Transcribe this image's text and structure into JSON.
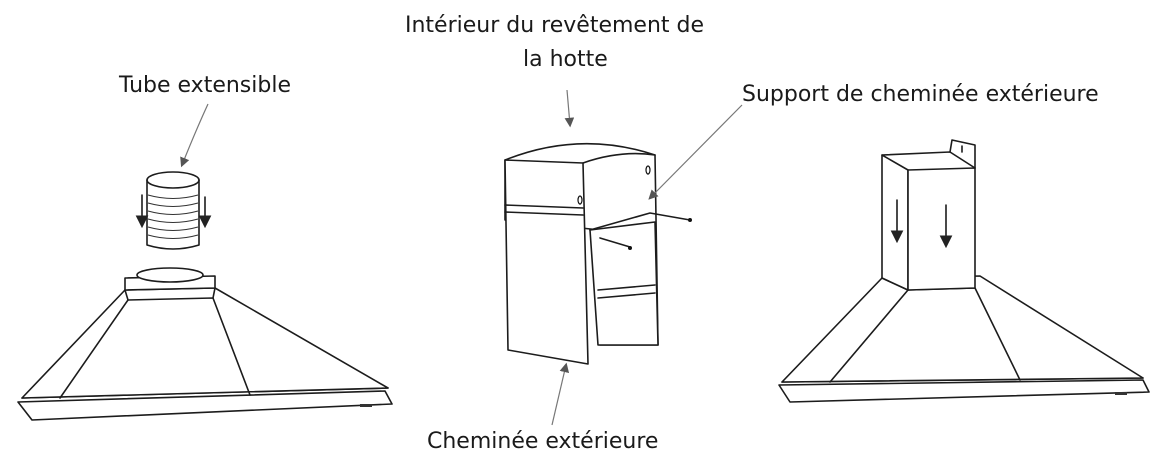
{
  "labels": {
    "tube": "Tube extensible",
    "interior_line1": "Intérieur du revêtement de",
    "interior_line2": "la hotte",
    "support": "Support de cheminée extérieure",
    "chimney": "Cheminée extérieure"
  }
}
